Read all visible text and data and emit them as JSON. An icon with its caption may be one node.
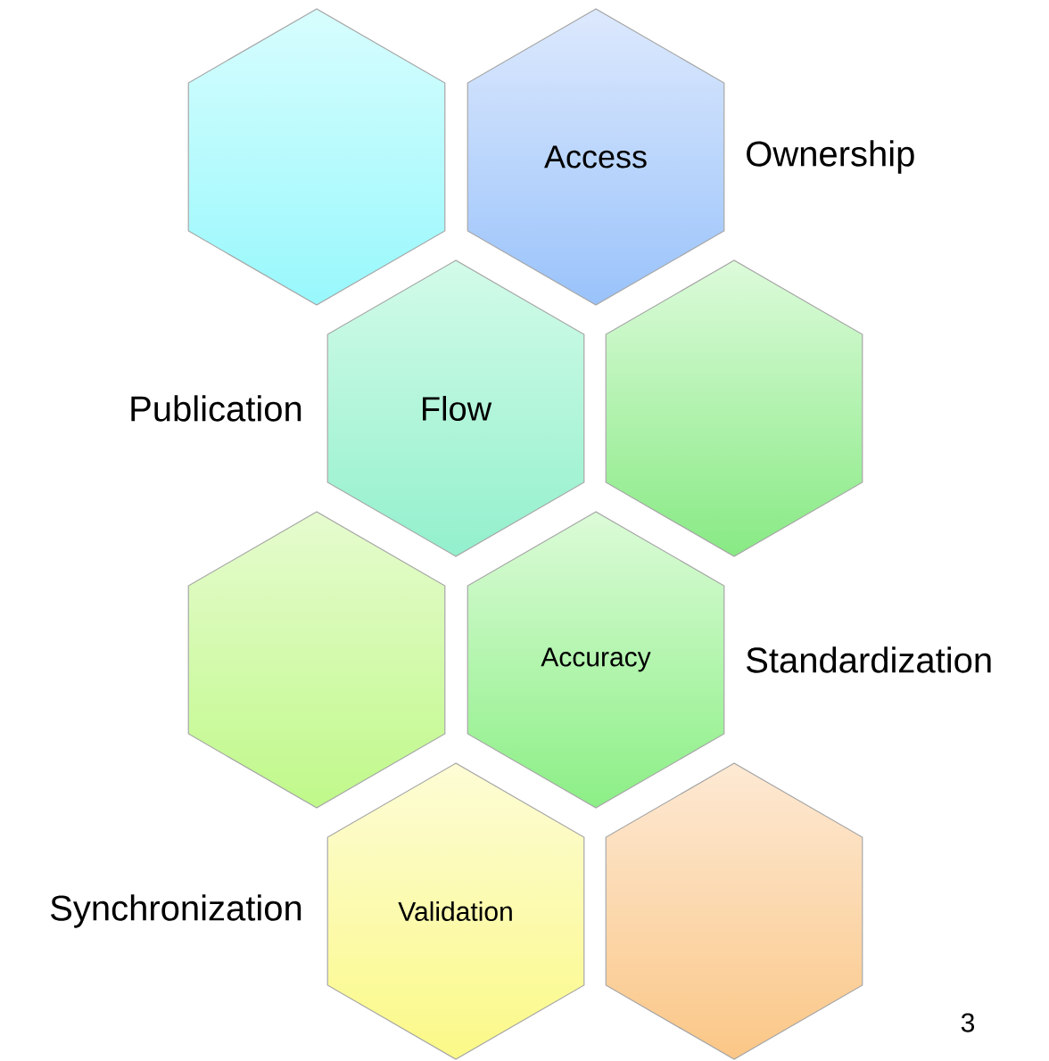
{
  "diagram": {
    "nodes": [
      {
        "text": [],
        "shape": "hexagon"
      },
      {
        "text": [
          "Access"
        ],
        "beside": [
          "Ownership"
        ]
      },
      {
        "text": [
          "Flow"
        ],
        "beside": [
          "Publication"
        ]
      },
      {
        "text": [],
        "shape": "hexagon"
      },
      {
        "text": [],
        "shape": "hexagon"
      },
      {
        "text": [
          "Accuracy"
        ],
        "beside": [
          "Standardization"
        ]
      },
      {
        "text": [
          "Validation"
        ],
        "beside": [
          "Synchronization"
        ]
      },
      {
        "text": [],
        "shape": "hexagon"
      }
    ],
    "labels": [
      "3"
    ]
  }
}
